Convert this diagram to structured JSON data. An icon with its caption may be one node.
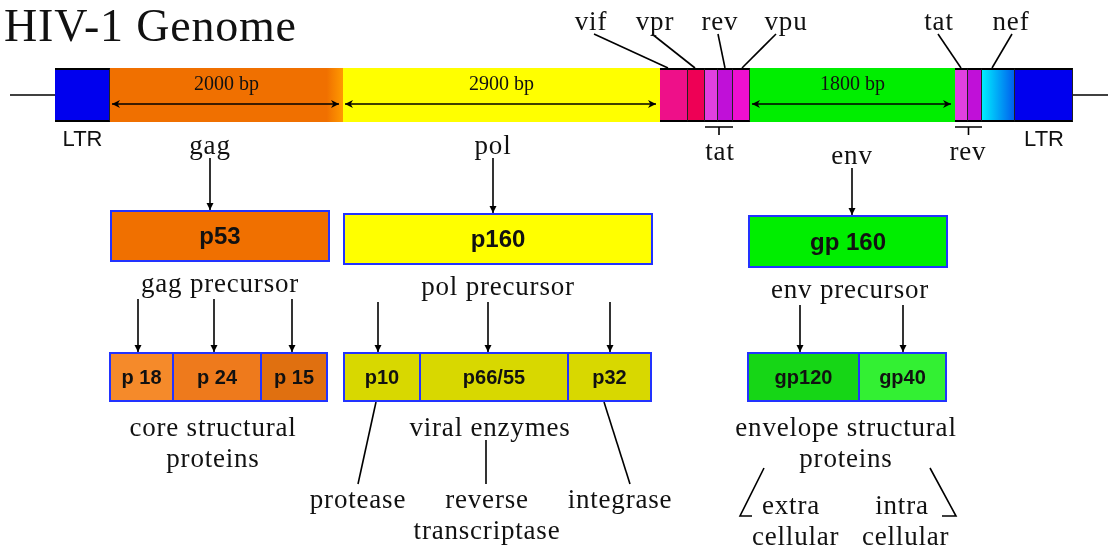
{
  "diagram": {
    "title": "HIV-1 Genome",
    "nodes": [
      {
        "text": [],
        "shape": "box",
        "beside": [
          "LTR"
        ]
      },
      {
        "text": [
          "2000 bp"
        ]
      },
      {
        "text": [
          "2900 bp"
        ]
      },
      {
        "text": [],
        "shape": "box"
      },
      {
        "text": [],
        "shape": "box"
      },
      {
        "text": [],
        "shape": "box"
      },
      {
        "text": [],
        "shape": "box"
      },
      {
        "text": [],
        "shape": "box"
      },
      {
        "text": [
          "1800 bp"
        ]
      },
      {
        "text": [],
        "shape": "box"
      },
      {
        "text": [],
        "shape": "box"
      },
      {
        "text": [],
        "shape": "box"
      },
      {
        "text": [],
        "shape": "box",
        "beside": [
          "LTR"
        ]
      },
      {
        "text": [
          "vif"
        ]
      },
      {
        "text": [
          "vpr"
        ]
      },
      {
        "text": [
          "rev"
        ]
      },
      {
        "text": [
          "vpu"
        ]
      },
      {
        "text": [
          "tat"
        ]
      },
      {
        "text": [
          "nef"
        ]
      },
      {
        "text": [
          "gag"
        ]
      },
      {
        "text": [
          "pol"
        ]
      },
      {
        "text": [
          "env"
        ]
      },
      {
        "text": [
          "p53"
        ],
        "beside": [
          "gag precursor"
        ]
      },
      {
        "text": [
          "p160"
        ],
        "beside": [
          "pol precursor"
        ]
      },
      {
        "text": [
          "gp 160"
        ],
        "beside": [
          "env precursor"
        ]
      },
      {
        "text": [
          "p 18"
        ]
      },
      {
        "text": [
          "p 24"
        ]
      },
      {
        "text": [
          "p 15"
        ]
      },
      {
        "text": [
          "p10"
        ]
      },
      {
        "text": [
          "p66/55"
        ]
      },
      {
        "text": [
          "p32"
        ]
      },
      {
        "text": [
          "gp120"
        ]
      },
      {
        "text": [
          "gp40"
        ]
      },
      {
        "text": [
          "viral enzymes"
        ]
      },
      {
        "text": [
          "envelope structural proteins"
        ]
      },
      {
        "text": [
          "protease"
        ]
      },
      {
        "text": [
          "reverse transcriptase"
        ]
      },
      {
        "text": [
          "integrase"
        ]
      },
      {
        "text": [
          "extra cellular"
        ]
      },
      {
        "text": [
          "intra cellular"
        ]
      }
    ],
    "edges": [
      {
        "from": null,
        "to": 0,
        "arrow": "none"
      },
      {
        "from": 12,
        "to": null,
        "arrow": "none"
      },
      {
        "from": 13,
        "to": 3,
        "arrow": "none"
      },
      {
        "from": 14,
        "to": 4,
        "arrow": "none"
      },
      {
        "from": 15,
        "to": 6,
        "arrow": "none"
      },
      {
        "from": 16,
        "to": 7,
        "arrow": "none"
      },
      {
        "from": 17,
        "to": 9,
        "arrow": "none"
      },
      {
        "from": 18,
        "to": 11,
        "arrow": "none"
      },
      {
        "from": 19,
        "to": 22,
        "arrow": "to"
      },
      {
        "from": 20,
        "to": 23,
        "arrow": "to"
      },
      {
        "from": 21,
        "to": 24,
        "arrow": "to"
      },
      {
        "from": 22,
        "to": 25,
        "arrow": "to"
      },
      {
        "from": 22,
        "to": 26,
        "arrow": "to"
      },
      {
        "from": 22,
        "to": 27,
        "arrow": "to"
      },
      {
        "from": 23,
        "to": 28,
        "arrow": "to"
      },
      {
        "from": 23,
        "to": 29,
        "arrow": "to"
      },
      {
        "from": 23,
        "to": 30,
        "arrow": "to"
      },
      {
        "from": 24,
        "to": 31,
        "arrow": "to"
      },
      {
        "from": 24,
        "to": 32,
        "arrow": "to"
      },
      {
        "from": 28,
        "to": 35,
        "arrow": "none"
      },
      {
        "from": 33,
        "to": 36,
        "arrow": "none"
      },
      {
        "from": 30,
        "to": 37,
        "arrow": "none"
      },
      {
        "from": 34,
        "to": 38,
        "arrow": "none"
      },
      {
        "from": 34,
        "to": 39,
        "arrow": "none"
      }
    ],
    "labels": [
      "tat",
      "rev",
      "core structural proteins"
    ]
  }
}
